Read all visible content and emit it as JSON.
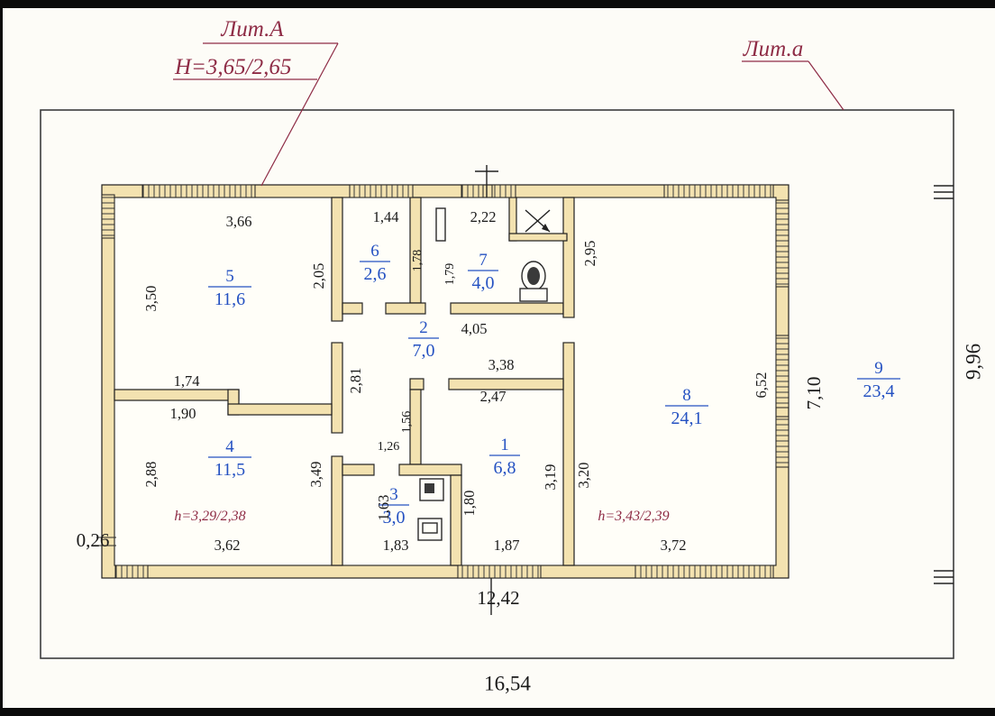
{
  "annotations": {
    "lit_main": "Лит.А",
    "height_main": "Н=3,65/2,65",
    "lit_annex": "Лит.а",
    "h_room4": "h=3,29/2,38",
    "h_room8": "h=3,43/2,39"
  },
  "overall": {
    "total_width": "16,54",
    "total_height": "9,96",
    "main_width": "12,42",
    "annex_width": "7,10",
    "offset": "0,26"
  },
  "rooms": [
    {
      "number": "1",
      "area": "6,8"
    },
    {
      "number": "2",
      "area": "7,0"
    },
    {
      "number": "3",
      "area": "3,0"
    },
    {
      "number": "4",
      "area": "11,5"
    },
    {
      "number": "5",
      "area": "11,6"
    },
    {
      "number": "6",
      "area": "2,6"
    },
    {
      "number": "7",
      "area": "4,0"
    },
    {
      "number": "8",
      "area": "24,1"
    },
    {
      "number": "9",
      "area": "23,4"
    }
  ],
  "dims": {
    "r5_top": "3,66",
    "r6_top": "1,44",
    "r7_top": "2,22",
    "r8_left_upper": "2,95",
    "r5_left": "3,50",
    "r5_right": "2,05",
    "r6_door": "1,78",
    "r7_door": "1,79",
    "r7_bottom": "4,05",
    "r4_step_top": "1,74",
    "r4_step_bottom": "1,90",
    "hall_left": "2,81",
    "hall_bottom": "3,38",
    "r1_top": "2,47",
    "r8_right": "6,52",
    "r4_left": "2,88",
    "r4_right": "3,49",
    "hall_lower": "1,56",
    "hall_door": "1,26",
    "r3_left": "1,63",
    "r1_left": "1,80",
    "r1_right": "3,19",
    "r8_left_lower": "3,20",
    "r3_bottom": "1,83",
    "r1_bottom": "1,87",
    "r4_bottom": "3,62",
    "r8_bottom": "3,72"
  },
  "colors": {
    "wall_fill": "#f3e2b0",
    "line": "#1f1f1f",
    "room_label": "#2451c2",
    "annotation": "#8e2b45",
    "dimension": "#1a1a1a"
  }
}
